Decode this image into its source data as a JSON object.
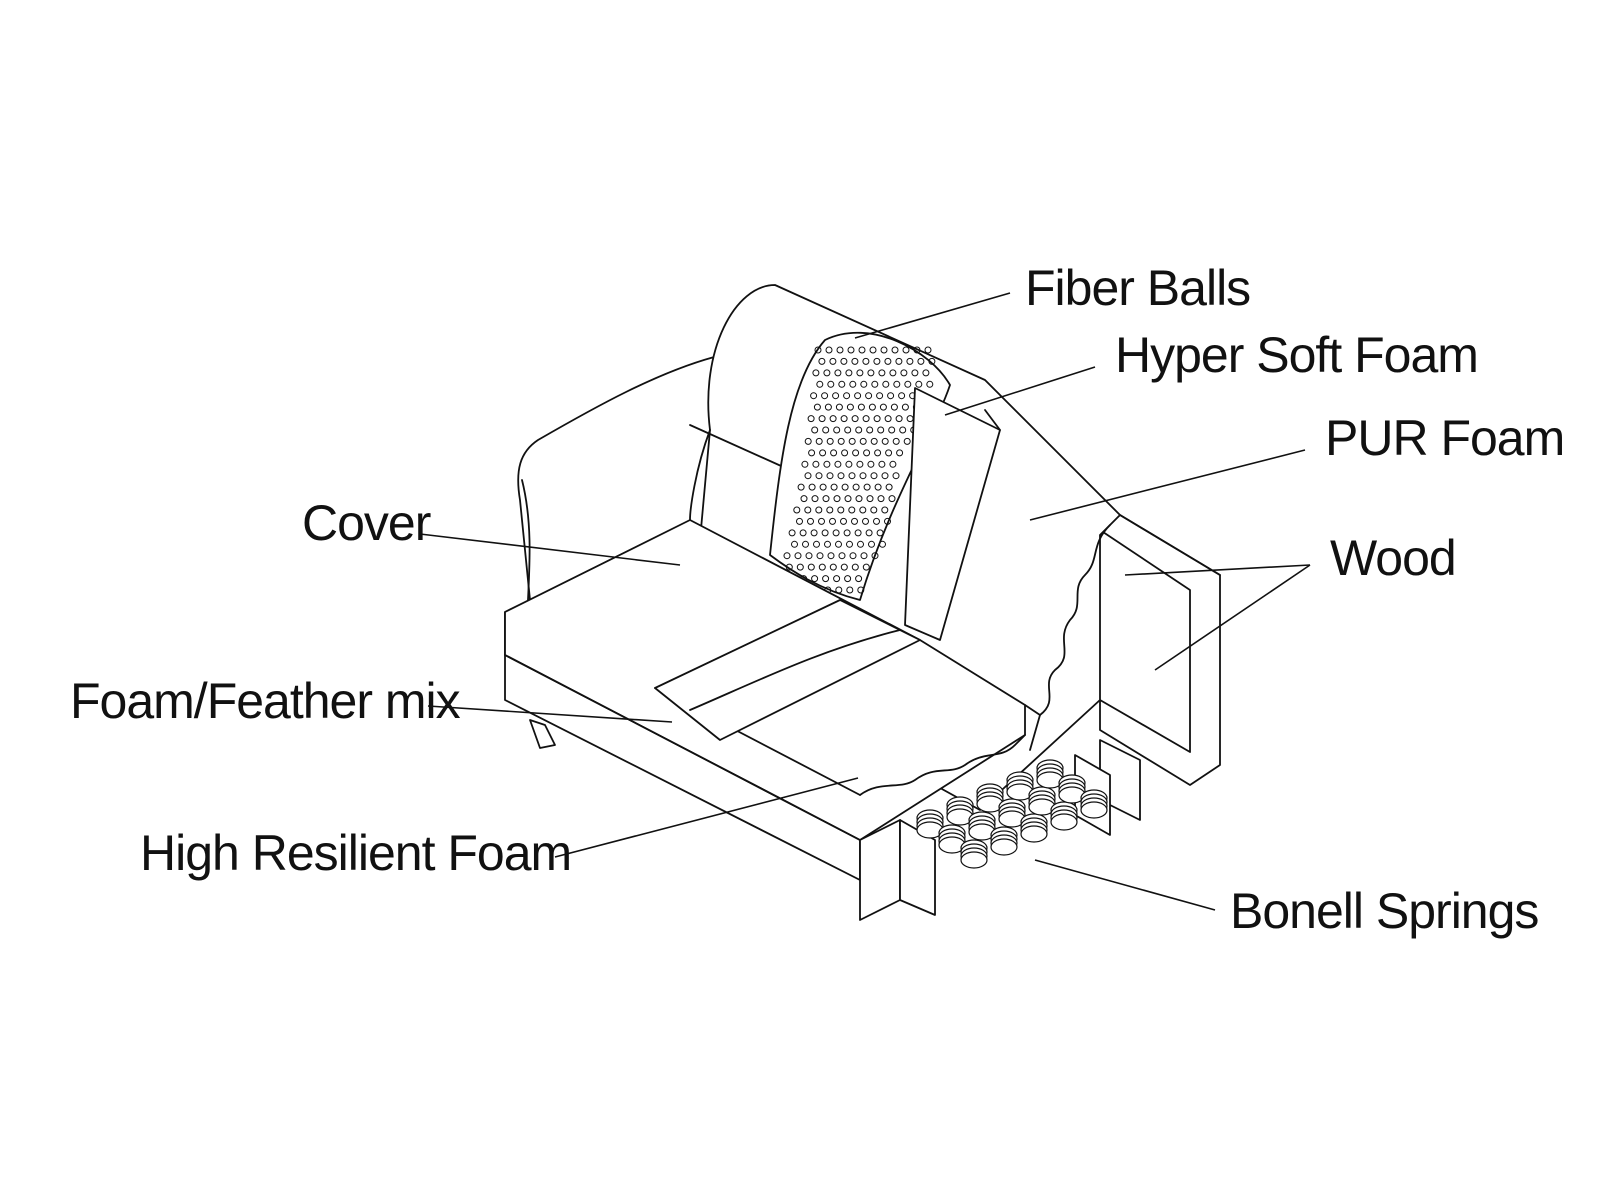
{
  "labels": {
    "fiber_balls": "Fiber Balls",
    "hyper_soft_foam": "Hyper Soft Foam",
    "pur_foam": "PUR Foam",
    "wood": "Wood",
    "cover": "Cover",
    "foam_feather_mix": "Foam/Feather mix",
    "high_resilient_foam": "High Resilient Foam",
    "bonell_springs": "Bonell Springs"
  },
  "colors": {
    "line": "#111111",
    "background": "#ffffff"
  }
}
